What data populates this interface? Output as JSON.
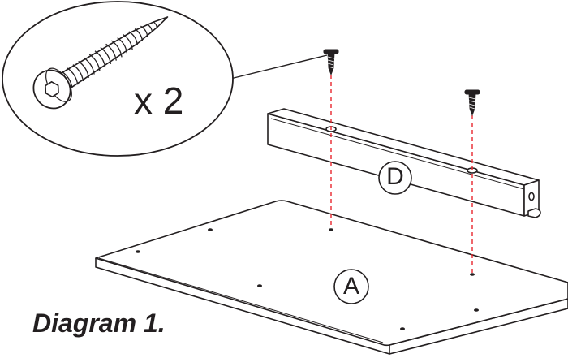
{
  "diagram": {
    "caption": "Diagram 1.",
    "callout": {
      "quantity_text": "x 2"
    },
    "parts": [
      {
        "id": "panel",
        "label": "A"
      },
      {
        "id": "rail",
        "label": "D"
      }
    ],
    "colors": {
      "line": "#231f20",
      "guide": "#e8262d",
      "fill": "#ffffff"
    }
  }
}
